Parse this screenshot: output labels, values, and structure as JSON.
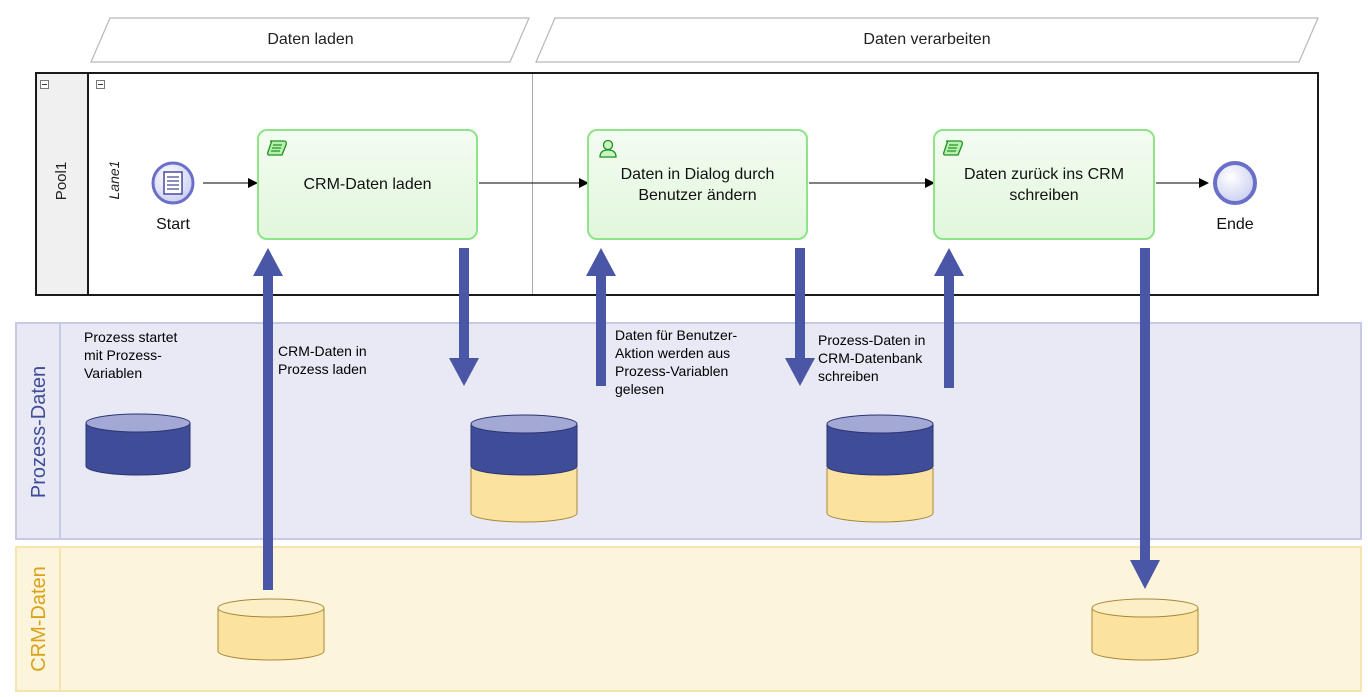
{
  "phases": [
    {
      "label": "Daten laden"
    },
    {
      "label": "Daten verarbeiten"
    }
  ],
  "pool": {
    "label": "Pool1"
  },
  "lane": {
    "label": "Lane1"
  },
  "events": {
    "start": {
      "label": "Start"
    },
    "end": {
      "label": "Ende"
    }
  },
  "tasks": [
    {
      "label_lines": [
        "CRM-Daten laden"
      ],
      "icon": "script-icon"
    },
    {
      "label_lines": [
        "Daten in Dialog durch",
        "Benutzer ändern"
      ],
      "icon": "user-icon"
    },
    {
      "label_lines": [
        "Daten zurück ins CRM",
        "schreiben"
      ],
      "icon": "script-icon"
    }
  ],
  "bands": {
    "process": {
      "label": "Prozess-Daten"
    },
    "crm": {
      "label": "CRM-Daten"
    }
  },
  "notes": {
    "start_note": [
      "Prozess startet",
      "mit Prozess-",
      "Variablen"
    ],
    "load_note": [
      "CRM-Daten in",
      "Prozess laden"
    ],
    "read_note": [
      "Daten für Benutzer-",
      "Aktion werden aus",
      "Prozess-Variablen",
      "gelesen"
    ],
    "write_note": [
      "Prozess-Daten in",
      "CRM-Datenbank",
      "schreiben"
    ]
  },
  "colors": {
    "arrow": "#4a56a6",
    "db_blue": "#3f4c98",
    "db_yellow": "#fbe29f",
    "task_fill": "#e5f8e1",
    "task_border": "#8ee486",
    "process_band": "#e8e9f5",
    "crm_band": "#fdf4dc"
  }
}
